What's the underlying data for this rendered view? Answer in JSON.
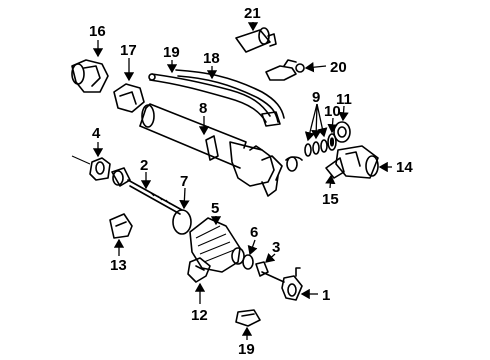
{
  "diagram": {
    "callouts": [
      {
        "id": "c1",
        "text": "1"
      },
      {
        "id": "c2",
        "text": "2"
      },
      {
        "id": "c3",
        "text": "3"
      },
      {
        "id": "c4",
        "text": "4"
      },
      {
        "id": "c5",
        "text": "5"
      },
      {
        "id": "c6",
        "text": "6"
      },
      {
        "id": "c7",
        "text": "7"
      },
      {
        "id": "c8",
        "text": "8"
      },
      {
        "id": "c9",
        "text": "9"
      },
      {
        "id": "c10",
        "text": "10"
      },
      {
        "id": "c11",
        "text": "11"
      },
      {
        "id": "c12",
        "text": "12"
      },
      {
        "id": "c13",
        "text": "13"
      },
      {
        "id": "c14",
        "text": "14"
      },
      {
        "id": "c15",
        "text": "15"
      },
      {
        "id": "c16",
        "text": "16"
      },
      {
        "id": "c17",
        "text": "17"
      },
      {
        "id": "c18",
        "text": "18"
      },
      {
        "id": "c19",
        "text": "19"
      },
      {
        "id": "c20",
        "text": "20"
      },
      {
        "id": "c21",
        "text": "21"
      },
      {
        "id": "c19b",
        "text": "19"
      }
    ]
  }
}
